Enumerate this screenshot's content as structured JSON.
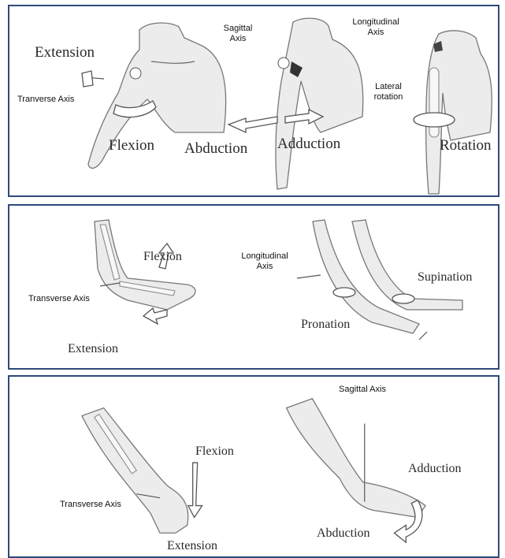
{
  "panels": [
    {
      "labels": {
        "extension": "Extension",
        "transverse_axis": "Tranverse Axis",
        "flexion": "Flexion",
        "sagittal_axis": "Sagittal Axis",
        "abduction": "Abduction",
        "adduction": "Adduction",
        "longitudinal_axis": "Longitudinal Axis",
        "lateral_rotation": "Lateral rotation",
        "rotation": "Rotation"
      }
    },
    {
      "labels": {
        "flexion": "Flexion",
        "transverse_axis": "Transverse Axis",
        "extension": "Extension",
        "longitudinal_axis": "Longitudinal Axis",
        "supination": "Supination",
        "pronation": "Pronation"
      }
    },
    {
      "labels": {
        "flexion": "Flexion",
        "transverse_axis": "Transverse Axis",
        "extension": "Extension",
        "sagittal_axis": "Sagittal Axis",
        "adduction": "Adduction",
        "abduction": "Abduction"
      }
    }
  ]
}
